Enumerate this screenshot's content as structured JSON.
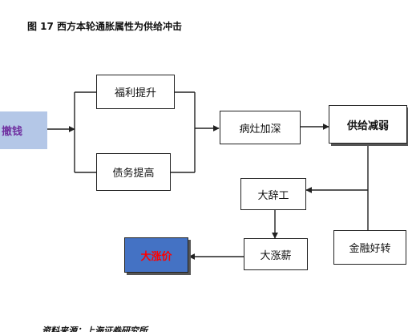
{
  "figure": {
    "title": "图 17  西方本轮通胀属性为供给冲击",
    "source": "资料来源：上海证券研究所"
  },
  "nodes": {
    "withdraw": {
      "label": "撤钱",
      "fill": "#B4C7E7",
      "text_color": "#7030A0"
    },
    "welfare": {
      "label": "福利提升"
    },
    "debt": {
      "label": "债务提高"
    },
    "disease": {
      "label": "病灶加深"
    },
    "supply": {
      "label": "供给减弱"
    },
    "resign": {
      "label": "大辞工"
    },
    "finance": {
      "label": "金融好转"
    },
    "wage": {
      "label": "大涨薪"
    },
    "price": {
      "label": "大涨价",
      "fill": "#4472C4",
      "text_color": "#FF0000"
    }
  },
  "edges": [
    {
      "from": "withdraw",
      "to": "welfare"
    },
    {
      "from": "withdraw",
      "to": "debt"
    },
    {
      "from": "welfare",
      "to": "disease"
    },
    {
      "from": "debt",
      "to": "disease"
    },
    {
      "from": "disease",
      "to": "supply"
    },
    {
      "from": "supply",
      "to": "resign"
    },
    {
      "from": "finance",
      "to": "resign"
    },
    {
      "from": "resign",
      "to": "wage"
    },
    {
      "from": "wage",
      "to": "price"
    }
  ]
}
